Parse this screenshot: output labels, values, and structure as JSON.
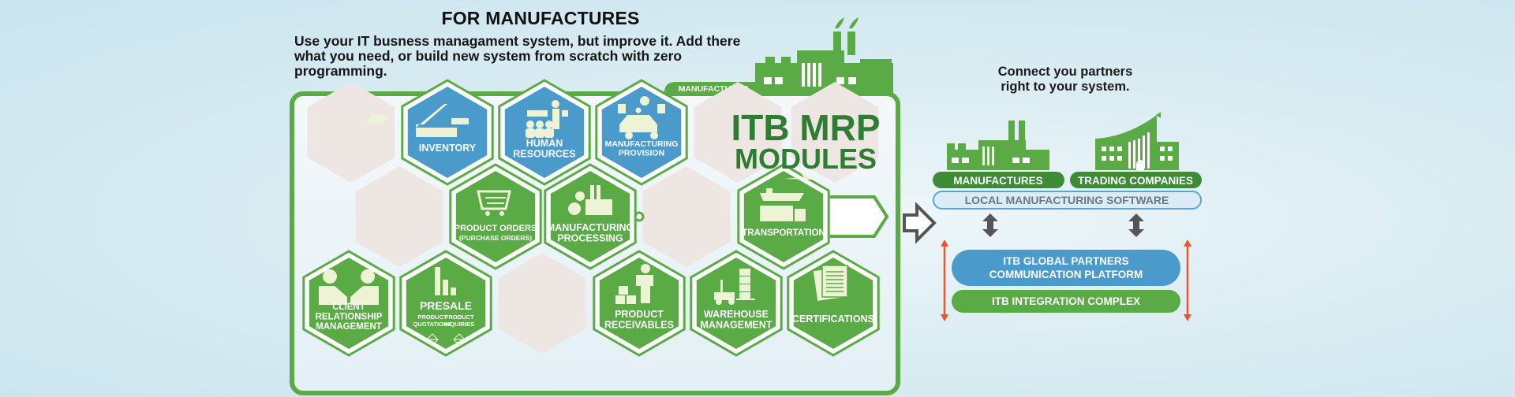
{
  "header": {
    "title": "FOR MANUFACTURES",
    "description": "Use your IT busness managament system, but improve it. Add there what you need, or build new system from scratch with zero programming."
  },
  "manufacturer_banner": {
    "label": "MANUFACTURER"
  },
  "modules_panel": {
    "title_line1": "ITB MRP",
    "title_line2": "MODULES",
    "modules": [
      {
        "id": "inventory",
        "lines": [
          "INVENTORY"
        ],
        "color": "blue",
        "icon": "inventory-boards-icon"
      },
      {
        "id": "human-resources",
        "lines": [
          "HUMAN",
          "RESOURCES"
        ],
        "color": "blue",
        "icon": "workers-presentation-icon"
      },
      {
        "id": "manufacturing-provision",
        "lines": [
          "MANUFACTURING",
          "PROVISION"
        ],
        "color": "blue",
        "icon": "car-parts-icon"
      },
      {
        "id": "product-orders",
        "lines": [
          "PRODUCT ORDERS",
          "(PURCHASE ORDERS)"
        ],
        "color": "green",
        "icon": "shopping-cart-icon"
      },
      {
        "id": "manufacturing-processing",
        "lines": [
          "MANUFACTURING",
          "PROCESSING"
        ],
        "color": "green",
        "icon": "factory-gears-icon"
      },
      {
        "id": "transportation",
        "lines": [
          "TRANSPORTATION"
        ],
        "color": "green",
        "icon": "plane-ship-truck-icon"
      },
      {
        "id": "client-relationship-management",
        "lines": [
          "CLIENT",
          "RELATIONSHIP",
          "MANAGEMENT"
        ],
        "color": "green",
        "icon": "handshake-icon"
      },
      {
        "id": "presale",
        "lines": [
          "PRESALE"
        ],
        "sublabels": [
          "PRODUCT QUOTATIONS",
          "PRODUCT INQUIRIES"
        ],
        "sub_left": [
          "PRODUCT",
          "QUOTATIONS"
        ],
        "sub_right": [
          "PRODUCT",
          "INQUIRIES"
        ],
        "color": "green",
        "icon": "bar-chart-icon"
      },
      {
        "id": "product-receivables",
        "lines": [
          "PRODUCT",
          "RECEIVABLES"
        ],
        "color": "green",
        "icon": "person-boxes-icon"
      },
      {
        "id": "warehouse-management",
        "lines": [
          "WAREHOUSE",
          "MANAGEMENT"
        ],
        "color": "green",
        "icon": "forklift-icon"
      },
      {
        "id": "certifications",
        "lines": [
          "CERTIFICATIONS"
        ],
        "color": "green",
        "icon": "documents-icon"
      }
    ]
  },
  "partners": {
    "heading": "Connect you partners right to your system.",
    "heading_line1": "Connect you partners",
    "heading_line2": "right to your system.",
    "manufactures_label": "MANUFACTURES",
    "trading_label": "TRADING COMPANIES",
    "local_software_label": "LOCAL MANUFACTURING SOFTWARE",
    "platform_line1": "ITB GLOBAL PARTNERS",
    "platform_line2": "COMMUNICATION PLATFORM",
    "integration_label": "ITB INTEGRATION COMPLEX"
  },
  "colors": {
    "green": "#5aaa46",
    "dark_green": "#3d8b37",
    "title_green": "#2e7d32",
    "blue": "#4a9bcb",
    "cream": "#eef3d6",
    "pale_hex": "#ede6e2",
    "arrow_gray": "#555555",
    "arrow_orange": "#e8562a",
    "local_blue_fill": "#dcecf6",
    "local_blue_stroke": "#5aa5d6"
  }
}
